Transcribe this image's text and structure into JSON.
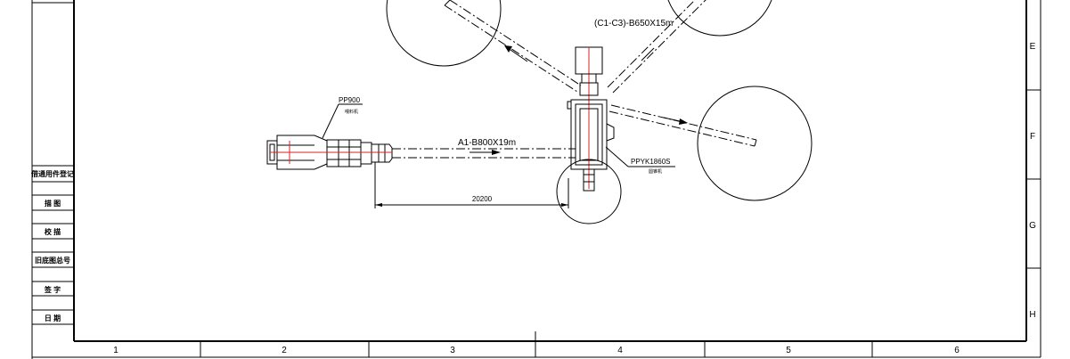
{
  "side_panel": {
    "rows": [
      "借通用件登记",
      "描 图",
      "校 描",
      "旧底图总号",
      "签 字",
      "日 期"
    ]
  },
  "grid": {
    "columns": [
      "1",
      "2",
      "3",
      "4",
      "5",
      "6"
    ],
    "rows": [
      "E",
      "F",
      "G",
      "H"
    ]
  },
  "labels": {
    "feeder_model": "PP900",
    "feeder_name": "喂料机",
    "conveyor_main": "A1-B800X19m",
    "conveyor_branch": "(C1-C3)-B650X15m",
    "crusher_model": "PPYK1860S",
    "crusher_name": "圆锥机",
    "dimension": "20200"
  }
}
